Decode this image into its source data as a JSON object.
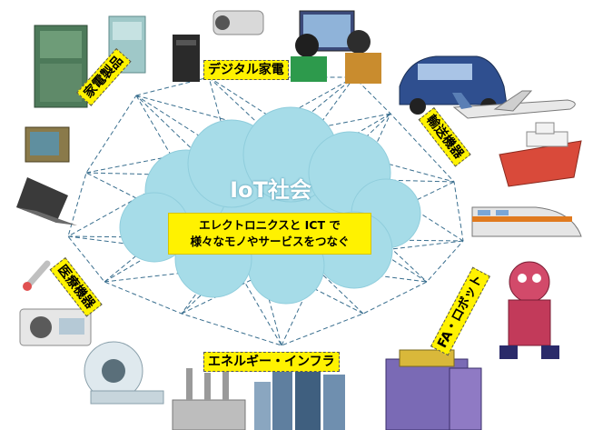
{
  "cloud": {
    "title": "IoT社会",
    "line1": "エレクトロニクスと ICT で",
    "line2": "様々なモノやサービスをつなぐ"
  },
  "categories": {
    "digital_appliances": "デジタル家電",
    "home_appliances": "家電製品",
    "transport": "輸送機器",
    "medical": "医療機器",
    "fa_robot": "FA・ロボット",
    "energy": "エネルギー・インフラ"
  },
  "colors": {
    "cloud_fill": "#a6dce8",
    "label_fill": "#fff200",
    "network_line": "#3a6f8f"
  },
  "icons": [
    "refrigerator-icon",
    "freezer-icon",
    "desktop-pc-icon",
    "video-camera-icon",
    "people-at-computer-icon",
    "car-icon",
    "airplane-icon",
    "ship-icon",
    "train-icon",
    "robot-icon",
    "factory-robot-icon",
    "city-buildings-icon",
    "factory-icon",
    "mri-scanner-icon",
    "blood-analyzer-icon",
    "thermometer-icon",
    "laptop-icon",
    "crt-tv-icon"
  ]
}
